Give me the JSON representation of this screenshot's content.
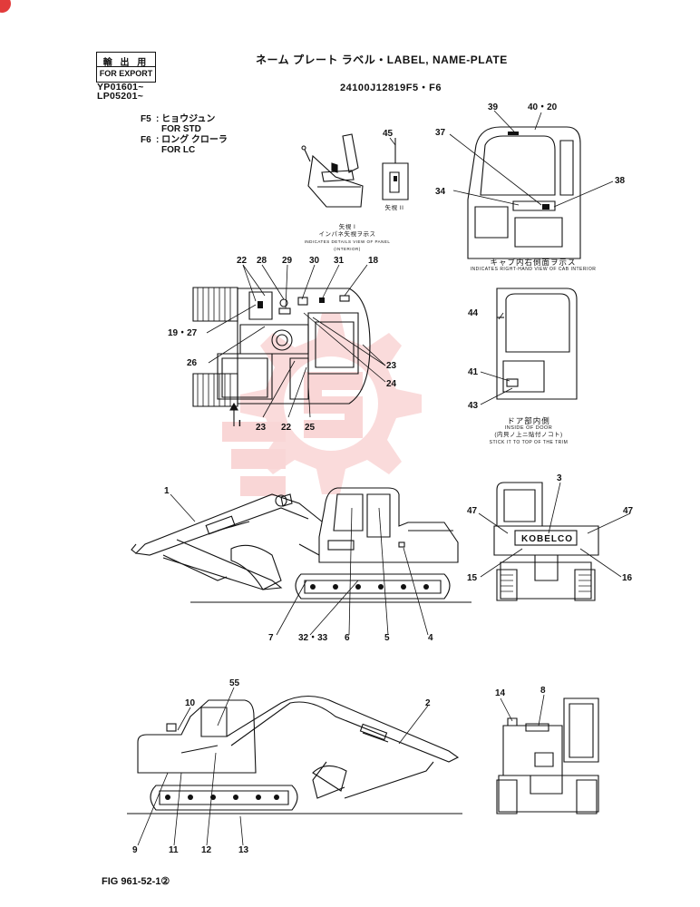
{
  "header": {
    "export_badge_jp": "輸 出 用",
    "export_badge_en": "FOR EXPORT",
    "serial_1": "YP01601~",
    "serial_2": "LP05201~",
    "title": "ネーム プレート ラベル・LABEL, NAME-PLATE",
    "part_number": "24100J12819F5・F6"
  },
  "legend": {
    "f5_code": "F5",
    "f5_jp": ": ヒョウジュン",
    "f5_en": "FOR STD",
    "f6_code": "F6",
    "f6_jp": ": ロング クローラ",
    "f6_en": "FOR LC"
  },
  "captions": {
    "seat_view_jp": "矢視 I",
    "seat_view_jp2": "インパネ矢視ヲ示ス",
    "seat_view_en": "INDICATES DETAILS VIEW OF PANEL (INTERIOR)",
    "view_ii": "矢視 II",
    "cab_view_jp": "キャブ内右側面ヲ示ス",
    "cab_view_en": "INDICATES RIGHT-HAND VIEW OF CAB INTERIOR",
    "door_view_jp": "ドア部内側",
    "door_view_en": "INSIDE OF DOOR",
    "door_note_jp": "(内貝ノ上ニ貼付ノコト)",
    "door_note_en": "STICK IT TO TOP OF THE TRIM",
    "arrow_label": "I"
  },
  "machine": {
    "brand_plate": "KOBELCO"
  },
  "callouts": {
    "c1": "1",
    "c2": "2",
    "c3": "3",
    "c4": "4",
    "c5": "5",
    "c6": "6",
    "c7": "7",
    "c8": "8",
    "c9": "9",
    "c10": "10",
    "c11": "11",
    "c12": "12",
    "c13": "13",
    "c14": "14",
    "c15": "15",
    "c16": "16",
    "c18": "18",
    "c19_27": "19・27",
    "c22": "22",
    "c22b": "22",
    "c23": "23",
    "c23b": "23",
    "c24": "24",
    "c25": "25",
    "c26": "26",
    "c28": "28",
    "c29": "29",
    "c30": "30",
    "c31": "31",
    "c32_33": "32・33",
    "c34": "34",
    "c37": "37",
    "c38": "38",
    "c39": "39",
    "c40_20": "40・20",
    "c41": "41",
    "c43": "43",
    "c44": "44",
    "c45": "45",
    "c47": "47",
    "c47b": "47",
    "c55": "55"
  },
  "footer": {
    "figure_number": "FIG 961-52-1②"
  },
  "colors": {
    "ink": "#111111",
    "watermark": "#e84a4a",
    "corner_badge": "#e23b3b"
  }
}
